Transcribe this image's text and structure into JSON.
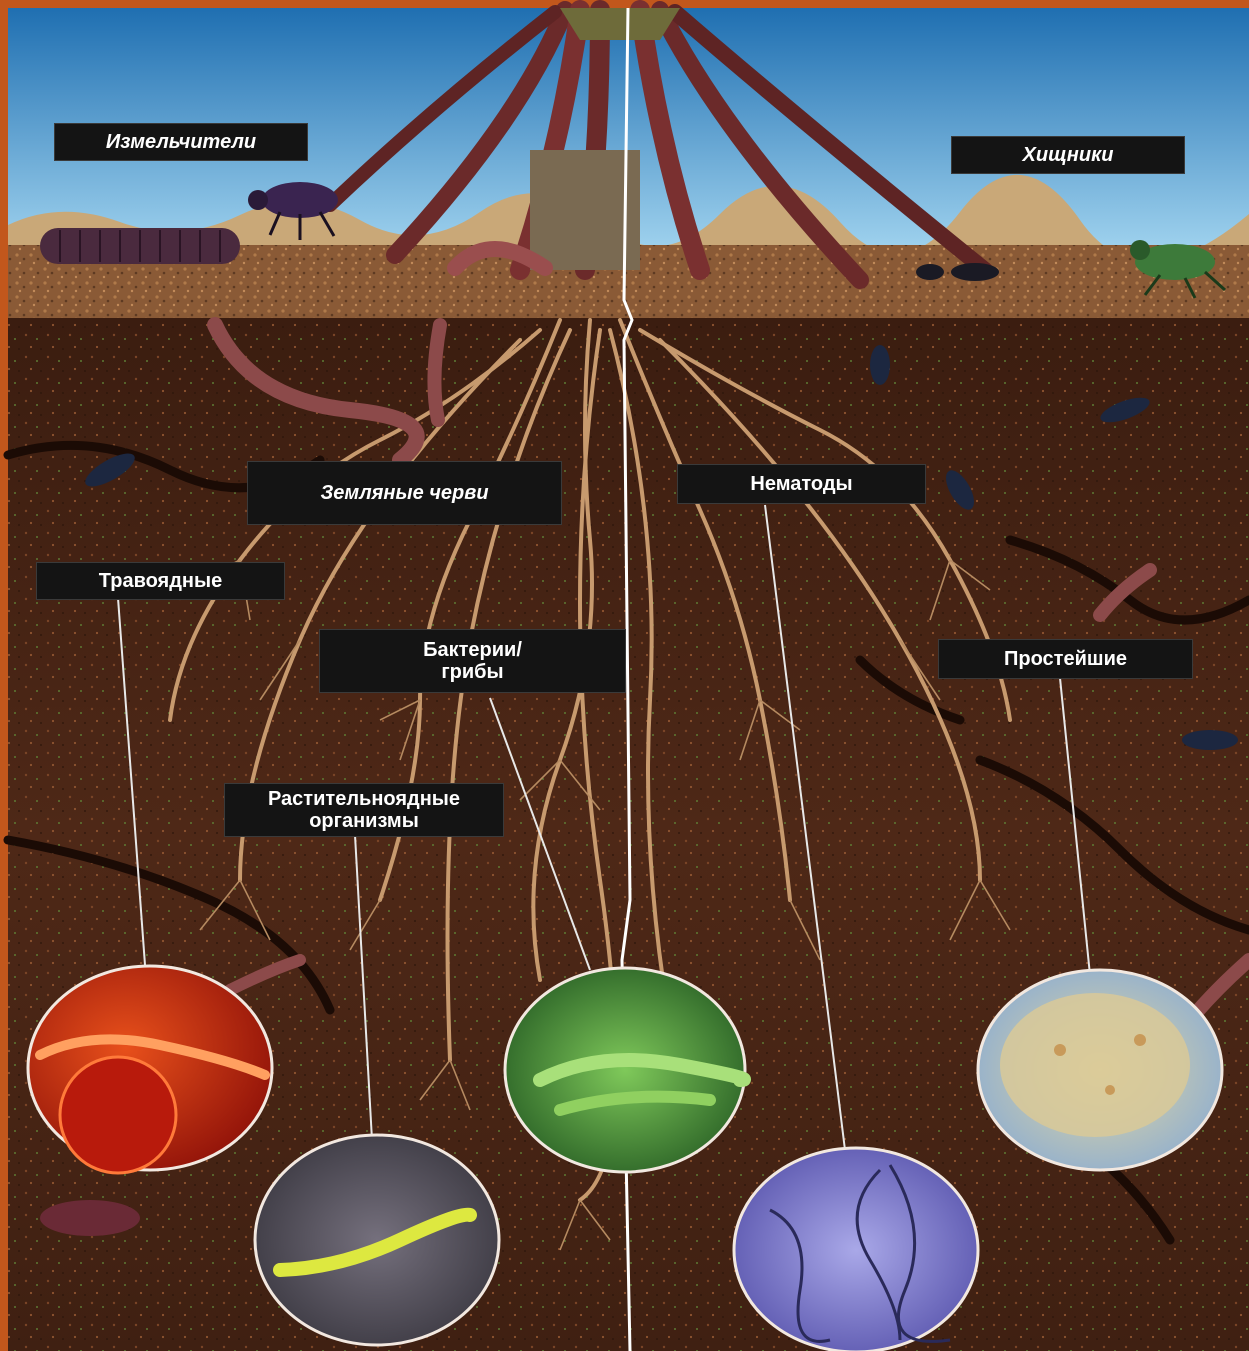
{
  "labels": {
    "shredders": "Измельчители",
    "predators": "Хищники",
    "earthworms": "Земляные черви",
    "nematodes": "Нематоды",
    "herbivores": "Травоядные",
    "bacteria_fungi": "Бактерии/\nгрибы",
    "protozoa": "Простейшие",
    "plant_feeding": "Растительноядные\nорганизмы"
  },
  "colors": {
    "frame": "#c2571c",
    "sky_top": "#1f6fb1",
    "sky_bottom": "#9fd2ee",
    "topsoil": "#8a5a36",
    "soil": "#4a2616",
    "root": "#c79a6e",
    "taproot": "#6b2a2a",
    "label_bg": "#141414",
    "label_text": "#ffffff"
  },
  "insets": [
    {
      "name": "herbivore-inset",
      "subject": "mite-on-red-sphere"
    },
    {
      "name": "plant-feeding-inset",
      "subject": "springtail"
    },
    {
      "name": "bacteria-fungi-inset",
      "subject": "fungal-hyphae"
    },
    {
      "name": "nematodes-inset",
      "subject": "nematode-worms"
    },
    {
      "name": "protozoa-inset",
      "subject": "protozoan-cell"
    }
  ]
}
